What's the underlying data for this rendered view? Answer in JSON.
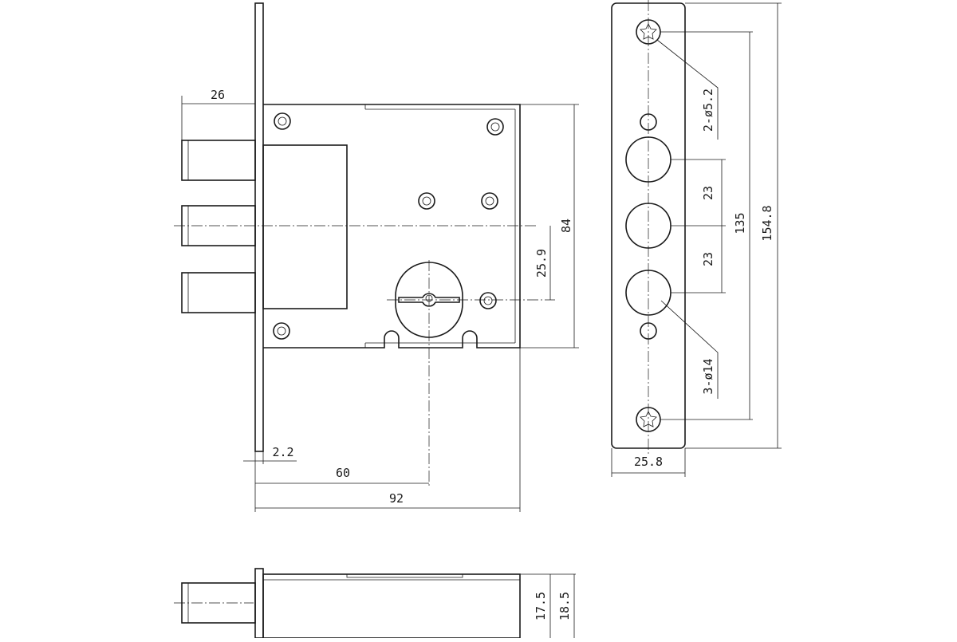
{
  "dimensions": {
    "bolt_length": "26",
    "plate_thickness": "2.2",
    "backset": "60",
    "case_width": "92",
    "case_height": "84",
    "cylinder_offset": "25.9",
    "bolt_spacing_1": "23",
    "bolt_spacing_2": "23",
    "screw_spacing": "135",
    "plate_length": "154.8",
    "plate_width": "25.8",
    "screw_holes": "2-ø5.2",
    "bolt_holes": "3-ø14",
    "case_depth": "17.5",
    "overall_depth": "18.5"
  }
}
